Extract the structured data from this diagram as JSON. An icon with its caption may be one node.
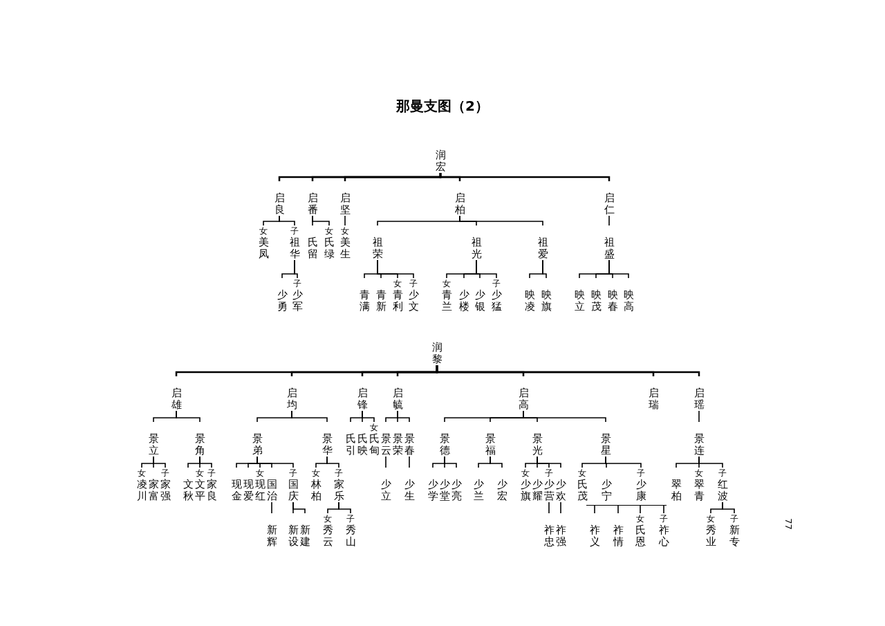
{
  "diagram": {
    "title": "那曼支图（2）",
    "nodes": [
      {
        "text": [
          "润宏"
        ]
      },
      {
        "text": [
          "启良"
        ]
      },
      {
        "text": [
          "启番"
        ]
      },
      {
        "text": [
          "启坚"
        ]
      },
      {
        "text": [
          "启柏"
        ]
      },
      {
        "text": [
          "启仁"
        ]
      },
      {
        "text": [
          "美凤"
        ],
        "beside": [
          "女"
        ]
      },
      {
        "text": [
          "祖华"
        ],
        "beside": [
          "子"
        ]
      },
      {
        "text": [
          "少勇"
        ]
      },
      {
        "text": [
          "少军"
        ],
        "beside": [
          "子"
        ]
      },
      {
        "text": [
          "氏留"
        ]
      },
      {
        "text": [
          "氏绿"
        ],
        "beside": [
          "女"
        ]
      },
      {
        "text": [
          "美生"
        ],
        "beside": [
          "女"
        ]
      },
      {
        "text": [
          "祖荣"
        ]
      },
      {
        "text": [
          "祖光"
        ]
      },
      {
        "text": [
          "祖爱"
        ]
      },
      {
        "text": [
          "青满"
        ]
      },
      {
        "text": [
          "青新"
        ]
      },
      {
        "text": [
          "青利"
        ],
        "beside": [
          "女"
        ]
      },
      {
        "text": [
          "少文"
        ],
        "beside": [
          "子"
        ]
      },
      {
        "text": [
          "青兰"
        ],
        "beside": [
          "女"
        ]
      },
      {
        "text": [
          "少楼"
        ]
      },
      {
        "text": [
          "少银"
        ]
      },
      {
        "text": [
          "少猛"
        ],
        "beside": [
          "子"
        ]
      },
      {
        "text": [
          "映凌"
        ]
      },
      {
        "text": [
          "映旗"
        ]
      },
      {
        "text": [
          "祖盛"
        ]
      },
      {
        "text": [
          "映立"
        ]
      },
      {
        "text": [
          "映茂"
        ]
      },
      {
        "text": [
          "映春"
        ]
      },
      {
        "text": [
          "映高"
        ]
      },
      {
        "text": [
          "润黎"
        ]
      },
      {
        "text": [
          "启雄"
        ]
      },
      {
        "text": [
          "启均"
        ]
      },
      {
        "text": [
          "启锋"
        ]
      },
      {
        "text": [
          "启毓"
        ]
      },
      {
        "text": [
          "启高"
        ]
      },
      {
        "text": [
          "启瑞"
        ]
      },
      {
        "text": [
          "启瑶"
        ]
      },
      {
        "text": [
          "景立"
        ]
      },
      {
        "text": [
          "景角"
        ]
      },
      {
        "text": [
          "凌川"
        ],
        "beside": [
          "女"
        ]
      },
      {
        "text": [
          "家富"
        ]
      },
      {
        "text": [
          "家强"
        ],
        "beside": [
          "子"
        ]
      },
      {
        "text": [
          "文秋"
        ]
      },
      {
        "text": [
          "文平"
        ],
        "beside": [
          "女"
        ]
      },
      {
        "text": [
          "家良"
        ],
        "beside": [
          "子"
        ]
      },
      {
        "text": [
          "景弟"
        ]
      },
      {
        "text": [
          "景华"
        ]
      },
      {
        "text": [
          "现金"
        ]
      },
      {
        "text": [
          "现爱"
        ]
      },
      {
        "text": [
          "现红"
        ],
        "beside": [
          "女"
        ]
      },
      {
        "text": [
          "国治"
        ]
      },
      {
        "text": [
          "国庆"
        ],
        "beside": [
          "子"
        ]
      },
      {
        "text": [
          "新辉"
        ]
      },
      {
        "text": [
          "新设"
        ]
      },
      {
        "text": [
          "新建"
        ]
      },
      {
        "text": [
          "林柏"
        ],
        "beside": [
          "女"
        ]
      },
      {
        "text": [
          "家乐"
        ],
        "beside": [
          "子"
        ]
      },
      {
        "text": [
          "秀云"
        ],
        "beside": [
          "女"
        ]
      },
      {
        "text": [
          "秀山"
        ],
        "beside": [
          "子"
        ]
      },
      {
        "text": [
          "氏引"
        ]
      },
      {
        "text": [
          "氏映"
        ]
      },
      {
        "text": [
          "氏甸"
        ],
        "beside": [
          "女"
        ]
      },
      {
        "text": [
          "景云"
        ]
      },
      {
        "text": [
          "景荣"
        ]
      },
      {
        "text": [
          "景春"
        ]
      },
      {
        "text": [
          "少立"
        ]
      },
      {
        "text": [
          "少生"
        ]
      },
      {
        "text": [
          "景德"
        ]
      },
      {
        "text": [
          "景福"
        ]
      },
      {
        "text": [
          "景光"
        ]
      },
      {
        "text": [
          "景星"
        ]
      },
      {
        "text": [
          "少学"
        ]
      },
      {
        "text": [
          "少堂"
        ]
      },
      {
        "text": [
          "少亮"
        ]
      },
      {
        "text": [
          "少兰"
        ]
      },
      {
        "text": [
          "少宏"
        ]
      },
      {
        "text": [
          "少旗"
        ],
        "beside": [
          "女"
        ]
      },
      {
        "text": [
          "少耀"
        ]
      },
      {
        "text": [
          "少营"
        ],
        "beside": [
          "子"
        ]
      },
      {
        "text": [
          "少欢"
        ]
      },
      {
        "text": [
          "祚忠"
        ]
      },
      {
        "text": [
          "祚强"
        ]
      },
      {
        "text": [
          "氏茂"
        ],
        "beside": [
          "女"
        ]
      },
      {
        "text": [
          "少宁"
        ]
      },
      {
        "text": [
          "少康"
        ],
        "beside": [
          "子"
        ]
      },
      {
        "text": [
          "祚义"
        ]
      },
      {
        "text": [
          "祚情"
        ]
      },
      {
        "text": [
          "氏恩"
        ],
        "beside": [
          "女"
        ]
      },
      {
        "text": [
          "祚心"
        ],
        "beside": [
          "子"
        ]
      },
      {
        "text": [
          "景连"
        ]
      },
      {
        "text": [
          "翠柏"
        ]
      },
      {
        "text": [
          "翠青"
        ],
        "beside": [
          "女"
        ]
      },
      {
        "text": [
          "红波"
        ],
        "beside": [
          "子"
        ]
      },
      {
        "text": [
          "秀业"
        ],
        "beside": [
          "女"
        ]
      },
      {
        "text": [
          "新专"
        ],
        "beside": [
          "子"
        ]
      },
      {
        "text": [],
        "shape": "bar"
      }
    ],
    "edges": [
      {
        "from": 0,
        "to": 1,
        "arrow": "none"
      },
      {
        "from": 0,
        "to": 2,
        "arrow": "none"
      },
      {
        "from": 0,
        "to": 3,
        "arrow": "none"
      },
      {
        "from": 0,
        "to": 4,
        "arrow": "none"
      },
      {
        "from": 0,
        "to": 5,
        "arrow": "none"
      },
      {
        "from": 1,
        "to": 6,
        "arrow": "none"
      },
      {
        "from": 1,
        "to": 7,
        "arrow": "none"
      },
      {
        "from": 7,
        "to": 8,
        "arrow": "none"
      },
      {
        "from": 7,
        "to": 9,
        "arrow": "none"
      },
      {
        "from": 2,
        "to": 10,
        "arrow": "none"
      },
      {
        "from": 2,
        "to": 11,
        "arrow": "none"
      },
      {
        "from": 3,
        "to": 12,
        "arrow": "none"
      },
      {
        "from": 4,
        "to": 13,
        "arrow": "none"
      },
      {
        "from": 4,
        "to": 14,
        "arrow": "none"
      },
      {
        "from": 4,
        "to": 15,
        "arrow": "none"
      },
      {
        "from": 13,
        "to": 16,
        "arrow": "none"
      },
      {
        "from": 13,
        "to": 17,
        "arrow": "none"
      },
      {
        "from": 13,
        "to": 18,
        "arrow": "none"
      },
      {
        "from": 13,
        "to": 19,
        "arrow": "none"
      },
      {
        "from": 14,
        "to": 20,
        "arrow": "none"
      },
      {
        "from": 14,
        "to": 21,
        "arrow": "none"
      },
      {
        "from": 14,
        "to": 22,
        "arrow": "none"
      },
      {
        "from": 14,
        "to": 23,
        "arrow": "none"
      },
      {
        "from": 15,
        "to": 24,
        "arrow": "none"
      },
      {
        "from": 15,
        "to": 25,
        "arrow": "none"
      },
      {
        "from": 5,
        "to": 26,
        "arrow": "none"
      },
      {
        "from": 26,
        "to": 27,
        "arrow": "none"
      },
      {
        "from": 26,
        "to": 28,
        "arrow": "none"
      },
      {
        "from": 26,
        "to": 29,
        "arrow": "none"
      },
      {
        "from": 26,
        "to": 30,
        "arrow": "none"
      },
      {
        "from": 31,
        "to": 32,
        "arrow": "none"
      },
      {
        "from": 31,
        "to": 33,
        "arrow": "none"
      },
      {
        "from": 31,
        "to": 34,
        "arrow": "none"
      },
      {
        "from": 31,
        "to": 35,
        "arrow": "none"
      },
      {
        "from": 31,
        "to": 36,
        "arrow": "none"
      },
      {
        "from": 31,
        "to": 37,
        "arrow": "none"
      },
      {
        "from": 31,
        "to": 38,
        "arrow": "none"
      },
      {
        "from": 32,
        "to": 39,
        "arrow": "none"
      },
      {
        "from": 32,
        "to": 40,
        "arrow": "none"
      },
      {
        "from": 39,
        "to": 41,
        "arrow": "none"
      },
      {
        "from": 39,
        "to": 42,
        "arrow": "none"
      },
      {
        "from": 39,
        "to": 43,
        "arrow": "none"
      },
      {
        "from": 40,
        "to": 44,
        "arrow": "none"
      },
      {
        "from": 40,
        "to": 45,
        "arrow": "none"
      },
      {
        "from": 40,
        "to": 46,
        "arrow": "none"
      },
      {
        "from": 33,
        "to": 47,
        "arrow": "none"
      },
      {
        "from": 33,
        "to": 48,
        "arrow": "none"
      },
      {
        "from": 47,
        "to": 49,
        "arrow": "none"
      },
      {
        "from": 47,
        "to": 50,
        "arrow": "none"
      },
      {
        "from": 47,
        "to": 51,
        "arrow": "none"
      },
      {
        "from": 47,
        "to": 52,
        "arrow": "none"
      },
      {
        "from": 47,
        "to": 53,
        "arrow": "none"
      },
      {
        "from": 52,
        "to": 54,
        "arrow": "none"
      },
      {
        "from": 53,
        "to": 55,
        "arrow": "none"
      },
      {
        "from": 53,
        "to": 56,
        "arrow": "none"
      },
      {
        "from": 48,
        "to": 57,
        "arrow": "none"
      },
      {
        "from": 48,
        "to": 58,
        "arrow": "none"
      },
      {
        "from": 58,
        "to": 59,
        "arrow": "none"
      },
      {
        "from": 58,
        "to": 60,
        "arrow": "none"
      },
      {
        "from": 34,
        "to": 61,
        "arrow": "none"
      },
      {
        "from": 34,
        "to": 62,
        "arrow": "none"
      },
      {
        "from": 34,
        "to": 63,
        "arrow": "none"
      },
      {
        "from": 35,
        "to": 64,
        "arrow": "none"
      },
      {
        "from": 35,
        "to": 65,
        "arrow": "none"
      },
      {
        "from": 35,
        "to": 66,
        "arrow": "none"
      },
      {
        "from": 64,
        "to": 67,
        "arrow": "none"
      },
      {
        "from": 66,
        "to": 68,
        "arrow": "none"
      },
      {
        "from": 36,
        "to": 69,
        "arrow": "none"
      },
      {
        "from": 36,
        "to": 70,
        "arrow": "none"
      },
      {
        "from": 36,
        "to": 71,
        "arrow": "none"
      },
      {
        "from": 36,
        "to": 72,
        "arrow": "none"
      },
      {
        "from": 69,
        "to": 73,
        "arrow": "none"
      },
      {
        "from": 69,
        "to": 74,
        "arrow": "none"
      },
      {
        "from": 69,
        "to": 75,
        "arrow": "none"
      },
      {
        "from": 70,
        "to": 76,
        "arrow": "none"
      },
      {
        "from": 70,
        "to": 77,
        "arrow": "none"
      },
      {
        "from": 71,
        "to": 78,
        "arrow": "none"
      },
      {
        "from": 71,
        "to": 79,
        "arrow": "none"
      },
      {
        "from": 71,
        "to": 80,
        "arrow": "none"
      },
      {
        "from": 71,
        "to": 81,
        "arrow": "none"
      },
      {
        "from": 80,
        "to": 82,
        "arrow": "none"
      },
      {
        "from": 81,
        "to": 83,
        "arrow": "none"
      },
      {
        "from": 72,
        "to": 84,
        "arrow": "none"
      },
      {
        "from": 72,
        "to": 85,
        "arrow": "none"
      },
      {
        "from": 72,
        "to": 86,
        "arrow": "none"
      },
      {
        "from": 38,
        "to": 91,
        "arrow": "none"
      },
      {
        "from": 91,
        "to": 92,
        "arrow": "none"
      },
      {
        "from": 91,
        "to": 93,
        "arrow": "none"
      },
      {
        "from": 91,
        "to": 94,
        "arrow": "none"
      },
      {
        "from": 94,
        "to": 95,
        "arrow": "none"
      },
      {
        "from": 94,
        "to": 96,
        "arrow": "none"
      },
      {
        "from": 97,
        "to": 87,
        "arrow": "none"
      },
      {
        "from": 97,
        "to": 88,
        "arrow": "none"
      },
      {
        "from": 97,
        "to": 89,
        "arrow": "none"
      },
      {
        "from": 97,
        "to": 90,
        "arrow": "none"
      }
    ],
    "labels": [
      "77"
    ]
  }
}
